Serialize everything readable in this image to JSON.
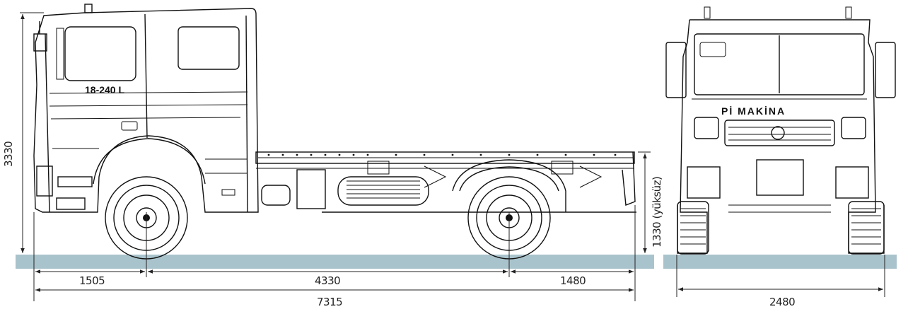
{
  "model_label": "18-240 L",
  "brand_text": "Pİ MAKİNA",
  "dimensions": {
    "height_total": "3330",
    "front_overhang": "1505",
    "wheelbase": "4330",
    "rear_overhang": "1480",
    "overall_length": "7315",
    "frame_height": "1330 (yüksüz)",
    "width": "2480"
  },
  "colors": {
    "ground": "#a9c3cc",
    "line": "#111111"
  }
}
